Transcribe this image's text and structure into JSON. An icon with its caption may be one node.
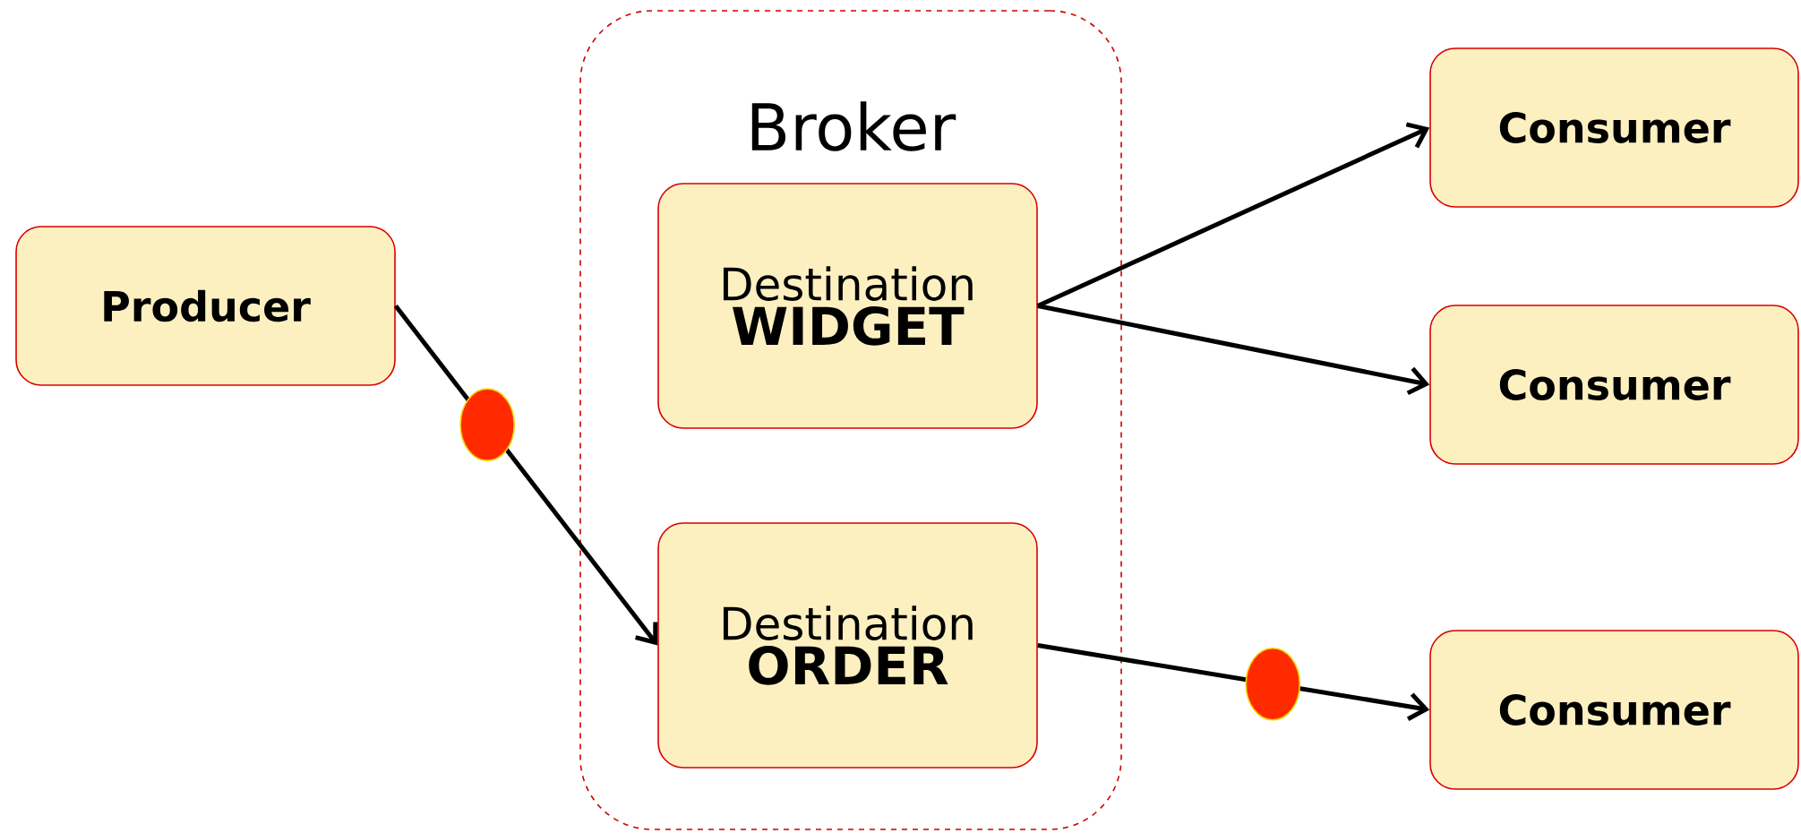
{
  "diagram": {
    "nodes": [
      {
        "text": [
          "Producer"
        ]
      },
      {
        "text": [
          "Broker"
        ]
      },
      {
        "text": [
          "Destination",
          "WIDGET"
        ],
        "in": 1
      },
      {
        "text": [
          "Destination",
          "ORDER"
        ],
        "in": 1
      },
      {
        "text": [
          "Consumer"
        ]
      },
      {
        "text": [
          "Consumer"
        ]
      },
      {
        "text": [
          "Consumer"
        ]
      }
    ],
    "edges": [
      {
        "from": 0,
        "to": 3,
        "arrow": "to"
      },
      {
        "from": 2,
        "to": 4,
        "arrow": "to"
      },
      {
        "from": 2,
        "to": 5,
        "arrow": "to"
      },
      {
        "from": 3,
        "to": 6,
        "arrow": "to"
      }
    ]
  }
}
